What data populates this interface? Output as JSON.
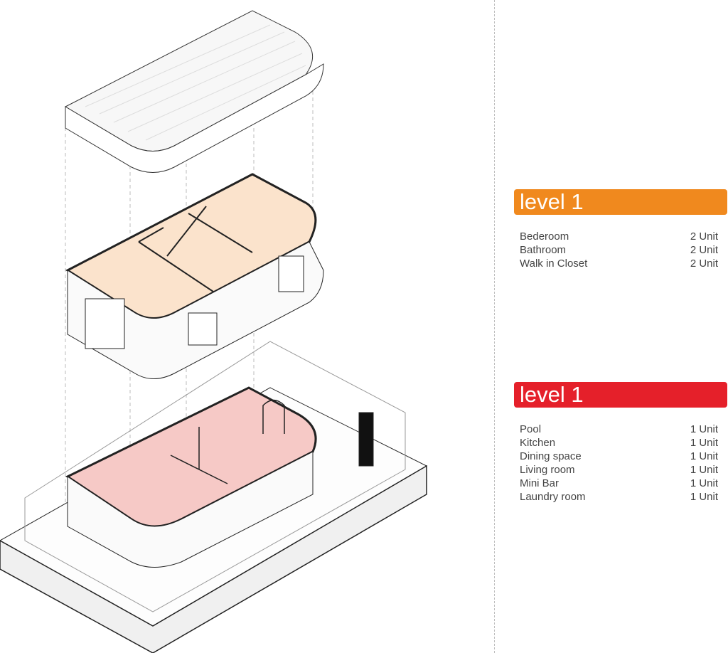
{
  "panels": [
    {
      "title": "level 1",
      "color": "#F0891E",
      "items": [
        {
          "label": "Bederoom",
          "value": "2 Unit"
        },
        {
          "label": "Bathroom",
          "value": "2 Unit"
        },
        {
          "label": "Walk in Closet",
          "value": "2 Unit"
        }
      ]
    },
    {
      "title": "level 1",
      "color": "#E5202A",
      "items": [
        {
          "label": "Pool",
          "value": "1 Unit"
        },
        {
          "label": "Kitchen",
          "value": "1 Unit"
        },
        {
          "label": "Dining space",
          "value": "1 Unit"
        },
        {
          "label": "Living room",
          "value": "1 Unit"
        },
        {
          "label": "Mini Bar",
          "value": "1 Unit"
        },
        {
          "label": "Laundry room",
          "value": "1 Unit"
        }
      ]
    }
  ],
  "colors": {
    "upper_floor_fill": "#FBE3CC",
    "ground_floor_fill": "#F6C9C6"
  }
}
